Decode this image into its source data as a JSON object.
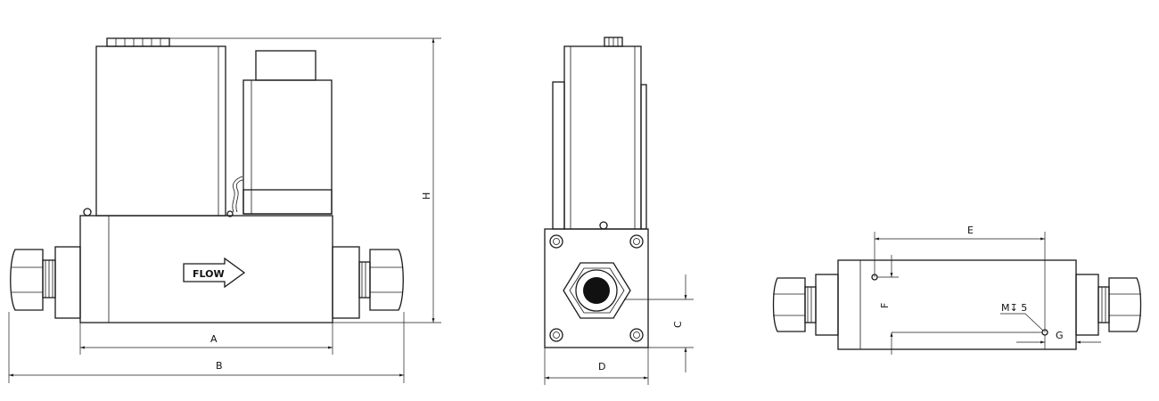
{
  "front_view": {
    "flow_label": "FLOW",
    "dimensions": {
      "a": "A",
      "b": "B",
      "h": "H"
    }
  },
  "side_view": {
    "dimensions": {
      "c": "C",
      "d": "D"
    }
  },
  "bottom_view": {
    "dimensions": {
      "e": "E",
      "f": "F",
      "g": "G"
    },
    "thread_note": "M↧ 5"
  },
  "colors": {
    "line": "#1a1a1a",
    "background": "#ffffff"
  }
}
